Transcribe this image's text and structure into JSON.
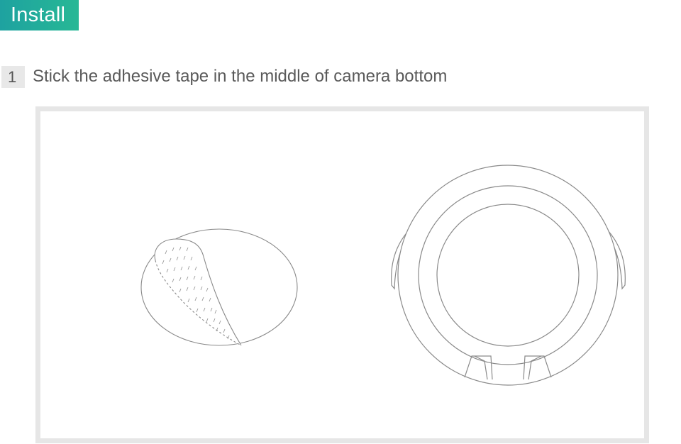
{
  "header": {
    "title": "Install",
    "color_start": "#1ea2a0",
    "color_end": "#27b895"
  },
  "step": {
    "number": "1",
    "text": "Stick the adhesive tape in the middle of camera bottom"
  },
  "illustration": {
    "left_item": "adhesive-tape-icon",
    "right_item": "camera-bottom-icon"
  }
}
